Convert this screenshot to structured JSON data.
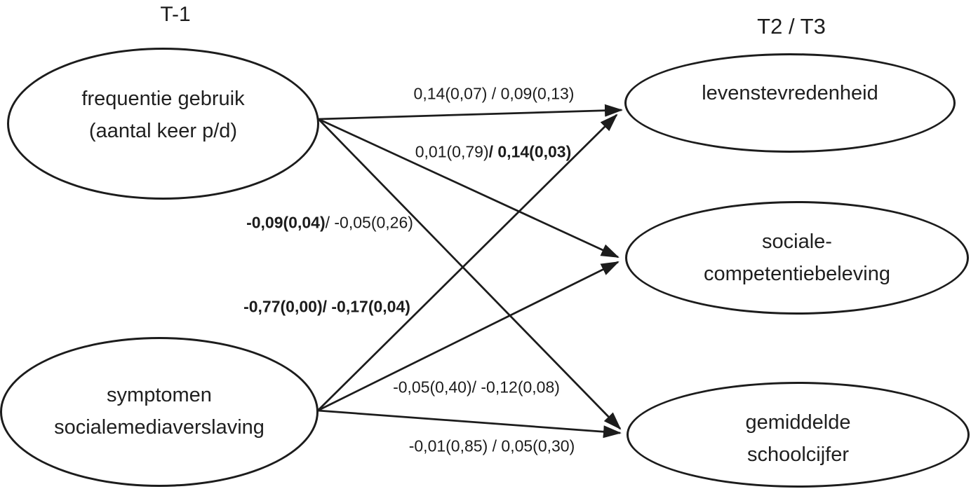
{
  "columns": {
    "left_title": "T-1",
    "right_title": "T2 / T3"
  },
  "nodes": {
    "freq": {
      "line1": "frequentie gebruik",
      "line2": "(aantal keer p/d)"
    },
    "sympt": {
      "line1": "symptomen",
      "line2": "socialemediaverslaving"
    },
    "levens": {
      "line1": "levenstevredenheid",
      "line2": ""
    },
    "soc": {
      "line1": "sociale-",
      "line2": "competentiebeleving"
    },
    "school": {
      "line1": "gemiddelde",
      "line2": "schoolcijfer"
    }
  },
  "edges": [
    {
      "from": "frequentie gebruik (aantal keer p/d)",
      "to": "levenstevredenheid",
      "part1": "0,14(0,07) / ",
      "part2": "0,09(0,13)",
      "part1_bold": false,
      "part2_bold": false
    },
    {
      "from": "frequentie gebruik (aantal keer p/d)",
      "to": "sociale-competentiebeleving",
      "part1": "0,01(0,79)",
      "part2": "/ 0,14(0,03)",
      "part1_bold": false,
      "part2_bold": true
    },
    {
      "from": "frequentie gebruik (aantal keer p/d)",
      "to": "gemiddelde schoolcijfer",
      "part1": "-0,09(0,04)",
      "part2": "/ -0,05(0,26)",
      "part1_bold": true,
      "part2_bold": false
    },
    {
      "from": "symptomen socialemediaverslaving",
      "to": "levenstevredenheid",
      "part1": "-0,77(0,00)/ ",
      "part2": "-0,17(0,04)",
      "part1_bold": true,
      "part2_bold": true
    },
    {
      "from": "symptomen socialemediaverslaving",
      "to": "sociale-competentiebeleving",
      "part1": "-0,05(0,40)/ ",
      "part2": "-0,12(0,08)",
      "part1_bold": false,
      "part2_bold": false
    },
    {
      "from": "symptomen socialemediaverslaving",
      "to": "gemiddelde schoolcijfer",
      "part1": "-0,01(0,85) / ",
      "part2": "0,05(0,30)",
      "part1_bold": false,
      "part2_bold": false
    }
  ],
  "colors": {
    "background": "#ffffff",
    "line": "#1c1c1c",
    "text": "#1f1f1f"
  }
}
